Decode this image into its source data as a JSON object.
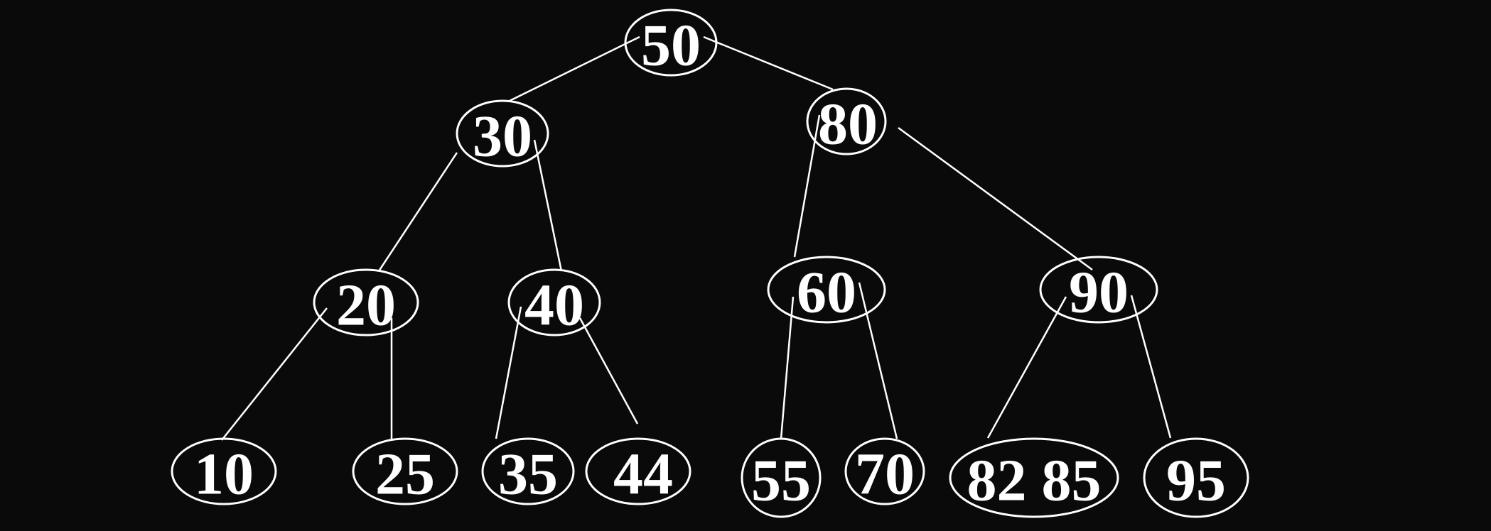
{
  "background_color": "#0a0a0a",
  "stroke_color": "#ffffff",
  "tree": {
    "nodes": [
      {
        "id": "n50",
        "label": "50"
      },
      {
        "id": "n30",
        "label": "30"
      },
      {
        "id": "n80",
        "label": "80"
      },
      {
        "id": "n20",
        "label": "20"
      },
      {
        "id": "n40",
        "label": "40"
      },
      {
        "id": "n60",
        "label": "60"
      },
      {
        "id": "n90",
        "label": "90"
      },
      {
        "id": "n10",
        "label": "10"
      },
      {
        "id": "n25",
        "label": "25"
      },
      {
        "id": "n35",
        "label": "35"
      },
      {
        "id": "n44",
        "label": "44"
      },
      {
        "id": "n55",
        "label": "55"
      },
      {
        "id": "n70",
        "label": "70"
      },
      {
        "id": "n8285",
        "label": "82 85"
      },
      {
        "id": "n95",
        "label": "95"
      }
    ],
    "edges": [
      {
        "from": "n50",
        "to": "n30"
      },
      {
        "from": "n50",
        "to": "n80"
      },
      {
        "from": "n30",
        "to": "n20"
      },
      {
        "from": "n30",
        "to": "n40"
      },
      {
        "from": "n80",
        "to": "n60"
      },
      {
        "from": "n80",
        "to": "n90"
      },
      {
        "from": "n20",
        "to": "n10"
      },
      {
        "from": "n20",
        "to": "n25"
      },
      {
        "from": "n40",
        "to": "n35"
      },
      {
        "from": "n40",
        "to": "n44"
      },
      {
        "from": "n60",
        "to": "n55"
      },
      {
        "from": "n60",
        "to": "n70"
      },
      {
        "from": "n90",
        "to": "n8285"
      },
      {
        "from": "n90",
        "to": "n95"
      }
    ]
  }
}
